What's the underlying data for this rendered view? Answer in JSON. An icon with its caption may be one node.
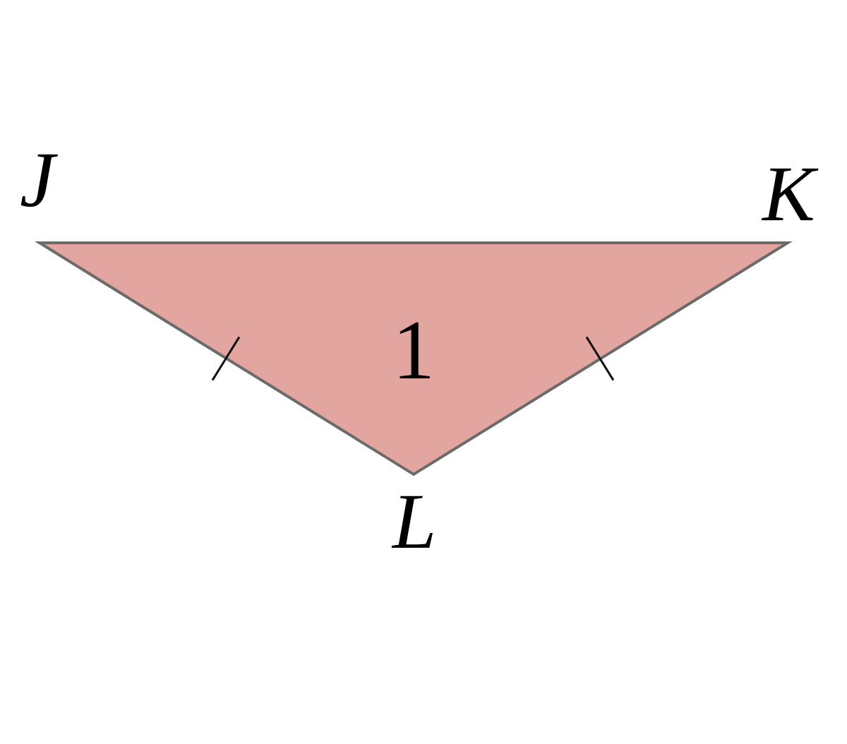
{
  "diagram": {
    "nodes": [
      {
        "text": [
          "1"
        ]
      }
    ],
    "labels": [
      "J",
      "K",
      "L"
    ]
  }
}
